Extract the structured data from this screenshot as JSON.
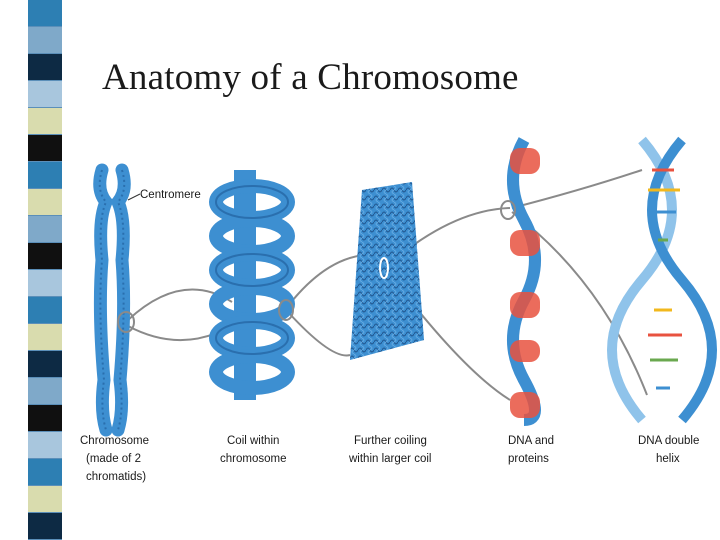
{
  "slide": {
    "title": "Anatomy of a Chromosome"
  },
  "stripe_colors": [
    "#2d7fb3",
    "#7fa9c9",
    "#0d2a44",
    "#a8c6dd",
    "#d9dcae",
    "#101010",
    "#2d7fb3",
    "#d9dcae",
    "#7fa9c9",
    "#101010",
    "#a8c6dd",
    "#2d7fb3",
    "#d9dcae",
    "#0d2a44",
    "#7fa9c9",
    "#101010",
    "#a8c6dd",
    "#2d7fb3",
    "#d9dcae",
    "#0d2a44"
  ],
  "colors": {
    "chromosome_blue": "#3d8fd1",
    "chromosome_dark": "#2a6fae",
    "protein_red": "#e8523f",
    "connector_gray": "#8a8a8a",
    "title_text": "#1a1a1a"
  },
  "diagram": {
    "centromere_label": "Centromere",
    "stages": [
      {
        "lines": [
          "Chromosome",
          "(made of 2",
          "chromatids)"
        ]
      },
      {
        "lines": [
          "Coil within",
          "chromosome"
        ]
      },
      {
        "lines": [
          "Further coiling",
          "within larger coil"
        ]
      },
      {
        "lines": [
          "DNA and",
          "proteins"
        ]
      },
      {
        "lines": [
          "DNA double",
          "helix"
        ]
      }
    ]
  }
}
